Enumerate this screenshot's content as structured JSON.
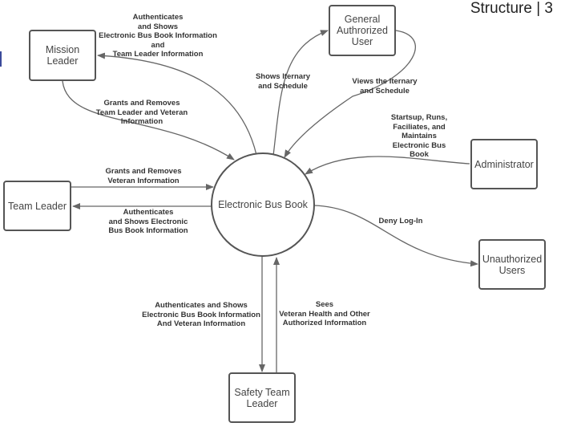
{
  "page": {
    "title": "Structure | 3"
  },
  "process": {
    "label": "Electronic Bus Book"
  },
  "entities": {
    "mission_leader": "Mission\nLeader",
    "general_user": "General\nAuthrorized\nUser",
    "administrator": "Administrator",
    "team_leader": "Team Leader",
    "unauthorized_users": "Unauthorized\nUsers",
    "safety_team_leader": "Safety Team\nLeader"
  },
  "flows": {
    "ebb_to_mission_leader": "Authenticates\nand Shows\nElectronic Bus Book Information\nand\nTeam Leader Information",
    "mission_leader_to_ebb": "Grants and Removes\nTeam Leader and Veteran\nInformation",
    "ebb_to_general_user": "Shows Iternary\nand Schedule",
    "general_user_to_ebb": "Views the Iternary\nand Schedule",
    "administrator_to_ebb": "Startsup, Runs,\nFaciliates, and\nMaintains\nElectronic Bus\nBook",
    "team_leader_to_ebb": "Grants and Removes\nVeteran Information",
    "ebb_to_team_leader": "Authenticates\nand Shows Electronic\nBus Book Information",
    "ebb_to_unauthorized": "Deny Log-In",
    "ebb_to_safety_team_leader": "Authenticates and Shows\nElectronic Bus Book Information\nAnd Veteran Information",
    "safety_team_leader_to_ebb": "Sees\nVeteran Health and Other\nAuthorized Information"
  }
}
